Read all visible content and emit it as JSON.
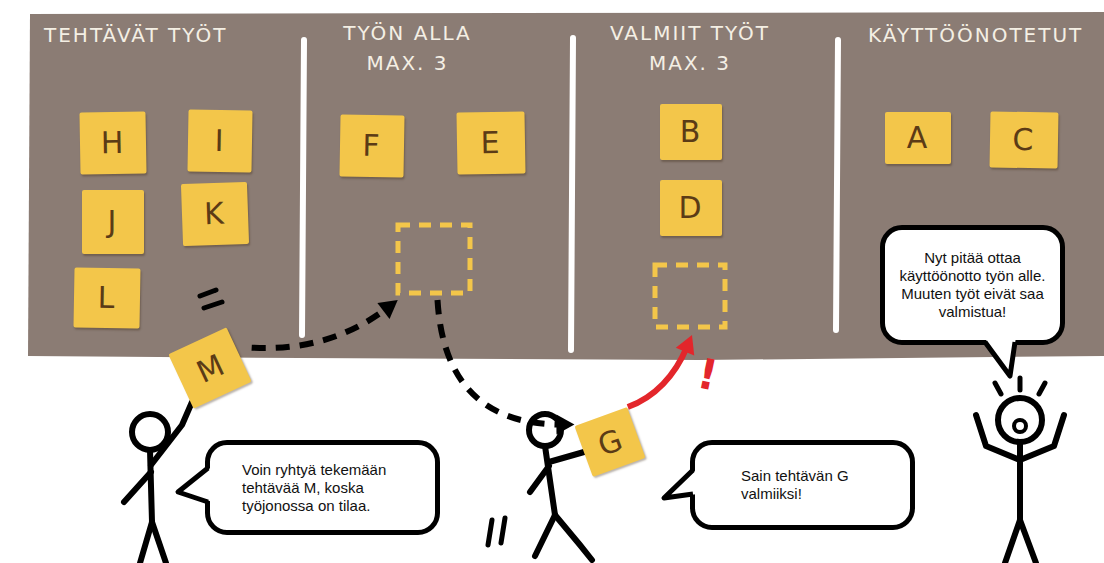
{
  "diagram": {
    "nodes": [
      {
        "text": [
          "TEHTÄVÄT TYÖT"
        ]
      },
      {
        "text": [
          "H"
        ],
        "in": 0
      },
      {
        "text": [
          "I"
        ],
        "in": 0
      },
      {
        "text": [
          "J"
        ],
        "in": 0
      },
      {
        "text": [
          "K"
        ],
        "in": 0
      },
      {
        "text": [
          "L"
        ],
        "in": 0
      },
      {
        "text": [
          "TYÖN ALLA MAX. 3"
        ]
      },
      {
        "text": [
          "F"
        ],
        "in": 6
      },
      {
        "text": [
          "E"
        ],
        "in": 6
      },
      {
        "text": [
          "VALMIIT TYÖT MAX. 3"
        ]
      },
      {
        "text": [
          "B"
        ],
        "in": 9
      },
      {
        "text": [
          "D"
        ],
        "in": 9
      },
      {
        "text": [
          "KÄYTTÖÖNOTETUT"
        ]
      },
      {
        "text": [
          "A"
        ],
        "in": 12
      },
      {
        "text": [
          "C"
        ],
        "in": 12
      },
      {
        "text": [
          "M"
        ]
      },
      {
        "text": [
          "Voin ryhtyä tekemään tehtävää M, koska työjonossa on tilaa."
        ]
      },
      {
        "text": [
          "G"
        ]
      },
      {
        "text": [
          "Sain tehtävän G valmiiksi!"
        ]
      },
      {
        "text": [
          "Nyt pitää ottaa käyttöönotto työn alle. Muuten työt eivät saa valmistua!"
        ]
      }
    ],
    "edges": [
      {
        "from": 15,
        "to": 6,
        "arrow": "to"
      },
      {
        "from": 6,
        "to": 17,
        "arrow": "to"
      },
      {
        "from": 17,
        "to": 9,
        "arrow": "to"
      }
    ],
    "labels": [
      "!"
    ]
  }
}
